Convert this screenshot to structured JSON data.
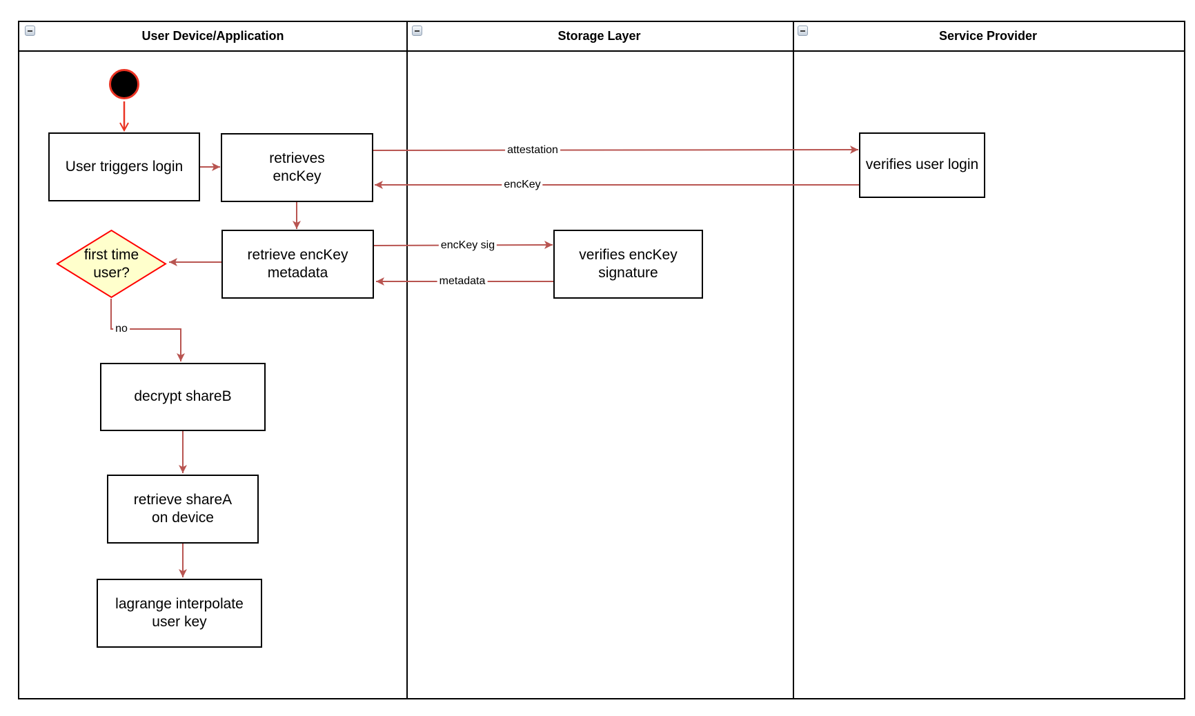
{
  "pool": {
    "lanes": [
      {
        "title": "User Device/Application"
      },
      {
        "title": "Storage Layer"
      },
      {
        "title": "Service Provider"
      }
    ]
  },
  "nodes": {
    "user_triggers_login": {
      "label": "User triggers login"
    },
    "retrieves_enckey": {
      "label": "retrieves\nencKey"
    },
    "retrieve_enckey_metadata": {
      "label": "retrieve encKey\nmetadata"
    },
    "first_time_user": {
      "label": "first time\nuser?"
    },
    "decrypt_shareb": {
      "label": "decrypt shareB"
    },
    "retrieve_sharea": {
      "label": "retrieve shareA\non device"
    },
    "lagrange_interpolate": {
      "label": "lagrange interpolate\nuser key"
    },
    "verifies_enckey_signature": {
      "label": "verifies encKey\nsignature"
    },
    "verifies_user_login": {
      "label": "verifies user login"
    }
  },
  "edges": {
    "attestation": {
      "label": "attestation"
    },
    "enckey": {
      "label": "encKey"
    },
    "enckey_sig": {
      "label": "encKey sig"
    },
    "metadata": {
      "label": "metadata"
    },
    "no_branch": {
      "label": "no"
    }
  },
  "colors": {
    "flow_arrow": "#b85450",
    "start_accent": "#ea3323",
    "decision_fill": "#ffffcc",
    "decision_border": "#ff0000",
    "shape_border": "#000000"
  }
}
